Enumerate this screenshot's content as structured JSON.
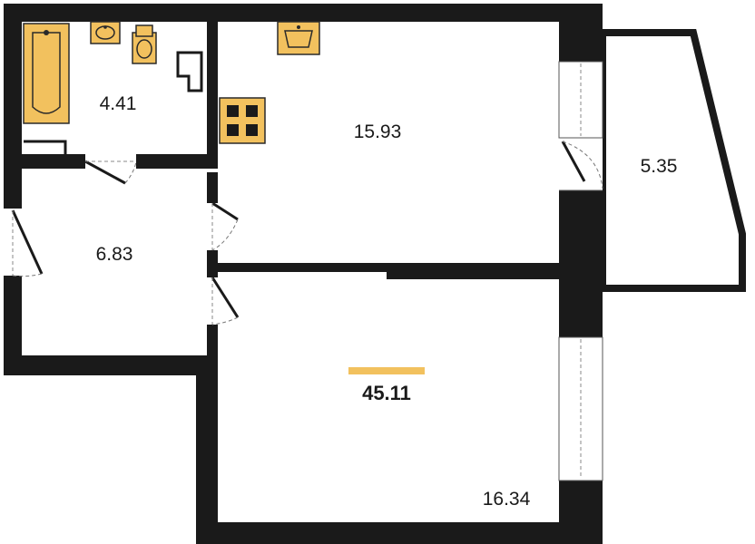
{
  "plan": {
    "total_area": "45.11",
    "accent_color": "#f2c15e",
    "wall_color": "#1a1a1a",
    "rooms": [
      {
        "id": "bathroom",
        "area": "4.41"
      },
      {
        "id": "kitchen",
        "area": "15.93"
      },
      {
        "id": "balcony",
        "area": "5.35"
      },
      {
        "id": "hallway",
        "area": "6.83"
      },
      {
        "id": "living-room",
        "area": "16.34"
      }
    ]
  }
}
